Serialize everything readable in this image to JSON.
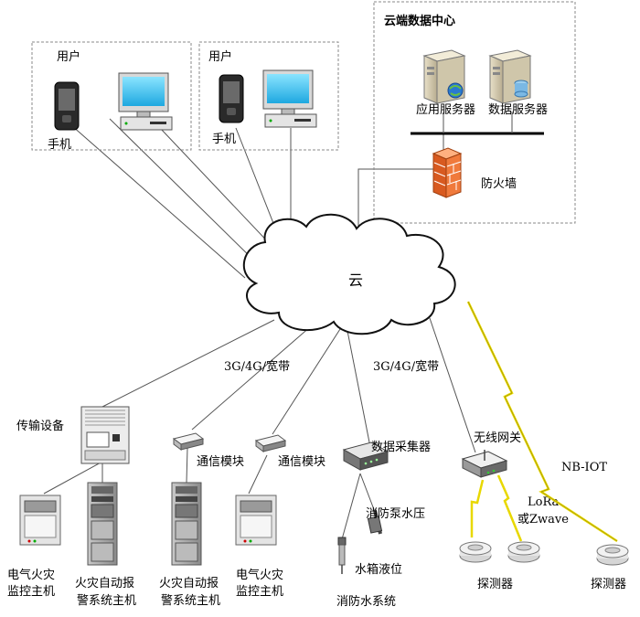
{
  "user_group_1": {
    "label": "用户",
    "phone_label": "手机"
  },
  "user_group_2": {
    "label": "用户",
    "phone_label": "手机"
  },
  "data_center": {
    "title": "云端数据中心",
    "app_server": "应用服务器",
    "db_server": "数据服务器",
    "firewall": "防火墙"
  },
  "cloud": {
    "label": "云"
  },
  "links": {
    "broadband_1": "3G/4G/宽带",
    "broadband_2": "3G/4G/宽带",
    "nb_iot": "NB-IOT",
    "lora": [
      "LoRa",
      "或Zwave"
    ]
  },
  "devices": {
    "transmission": "传输设备",
    "comm_module_1": "通信模块",
    "comm_module_2": "通信模块",
    "data_collector": "数据采集器",
    "wireless_gateway": "无线网关",
    "pump_pressure": "消防泵水压",
    "tank_level": "水箱液位",
    "water_system": "消防水系统",
    "elec_fire_1": [
      "电气火灾",
      "监控主机"
    ],
    "fire_alarm_1": [
      "火灾自动报",
      "警系统主机"
    ],
    "fire_alarm_2": [
      "火灾自动报",
      "警系统主机"
    ],
    "elec_fire_2": [
      "电气火灾",
      "监控主机"
    ],
    "detector_1": "探测器",
    "detector_2": "探测器"
  },
  "colors": {
    "monitor_screen": "#38c8f0",
    "firewall": "#f07a3c",
    "cabinet": "#9a9a9a",
    "lightning": "#e8d800"
  }
}
